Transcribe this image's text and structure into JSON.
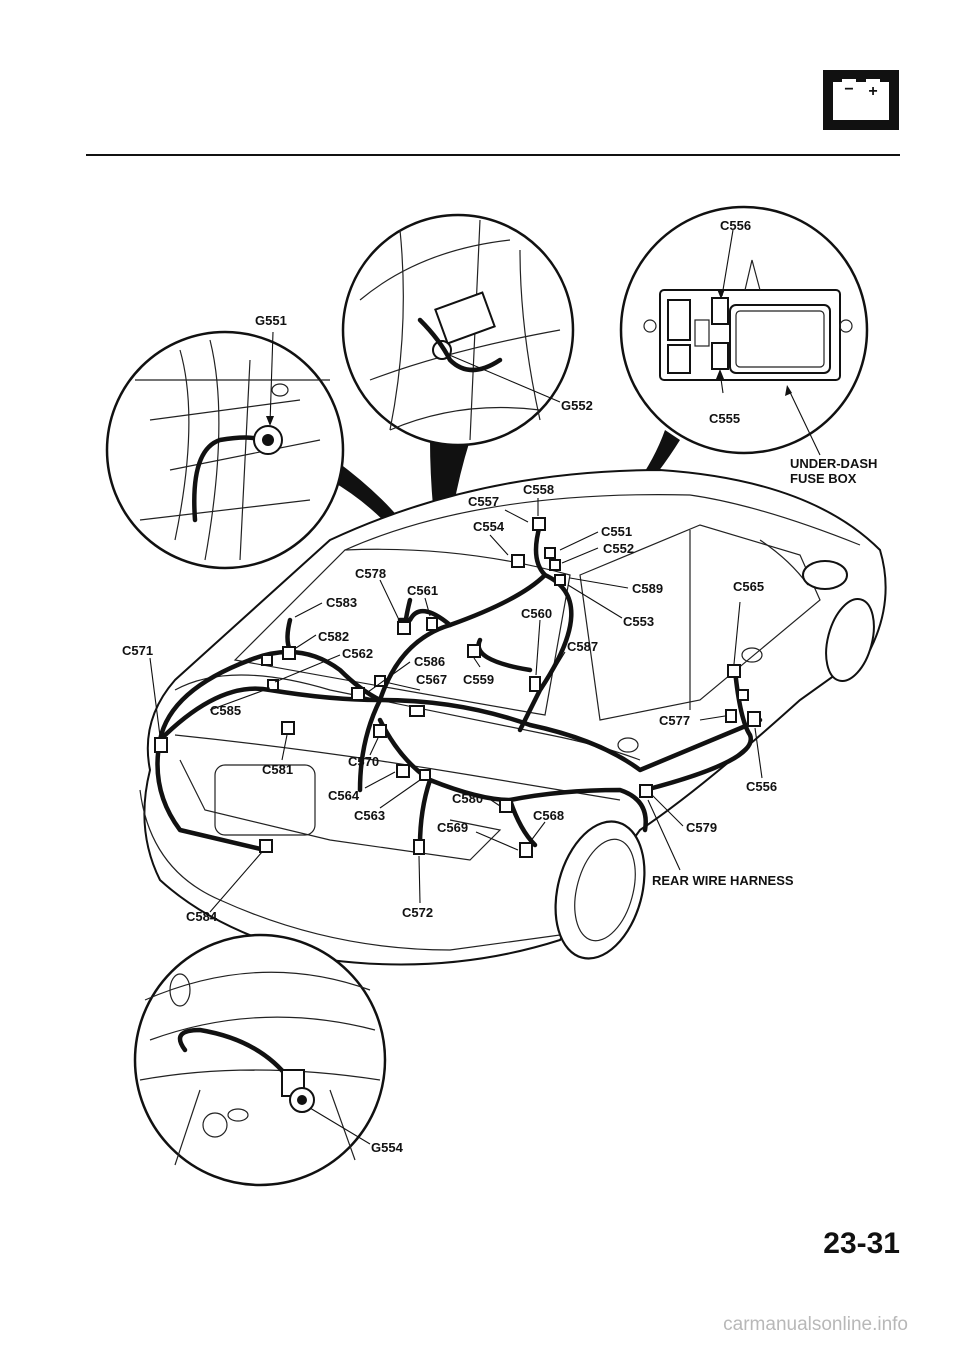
{
  "header": {
    "battery_icon": "battery-icon",
    "battery_minus": "−",
    "battery_plus": "+"
  },
  "page_number": "23-31",
  "watermark": "carmanualsonline.info",
  "labels": {
    "G551": "G551",
    "G552": "G552",
    "G554": "G554",
    "C556_top": "C556",
    "C555": "C555",
    "under_dash_1": "UNDER-DASH",
    "under_dash_2": "FUSE BOX",
    "C558": "C558",
    "C557": "C557",
    "C554": "C554",
    "C551": "C551",
    "C552": "C552",
    "C589": "C589",
    "C565": "C565",
    "C553": "C553",
    "C578": "C578",
    "C561": "C561",
    "C583": "C583",
    "C560": "C560",
    "C582": "C582",
    "C562": "C562",
    "C587": "C587",
    "C571": "C571",
    "C586": "C586",
    "C567": "C567",
    "C559": "C559",
    "C585": "C585",
    "C577": "C577",
    "C570": "C570",
    "C581": "C581",
    "C556_side": "C556",
    "C564": "C564",
    "C580": "C580",
    "C563": "C563",
    "C568": "C568",
    "C569": "C569",
    "C579": "C579",
    "rear_wire_harness": "REAR WIRE HARNESS",
    "C584": "C584",
    "C572": "C572"
  }
}
